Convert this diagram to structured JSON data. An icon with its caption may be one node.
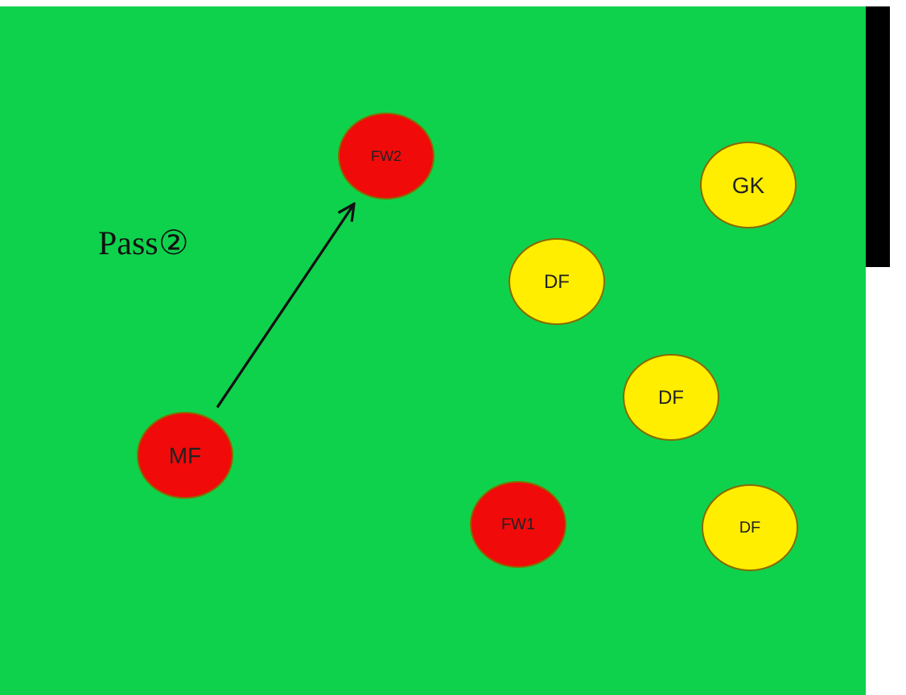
{
  "diagram": {
    "nodes": [
      {
        "text": [
          "FW2"
        ]
      },
      {
        "text": [
          "GK"
        ]
      },
      {
        "text": [
          "DF"
        ]
      },
      {
        "text": [
          "DF"
        ]
      },
      {
        "text": [
          "MF"
        ]
      },
      {
        "text": [
          "FW1"
        ]
      },
      {
        "text": [
          "DF"
        ]
      }
    ],
    "edges": [
      {
        "from": 4,
        "to": 0,
        "arrow": "to",
        "label": "Pass②"
      }
    ]
  }
}
